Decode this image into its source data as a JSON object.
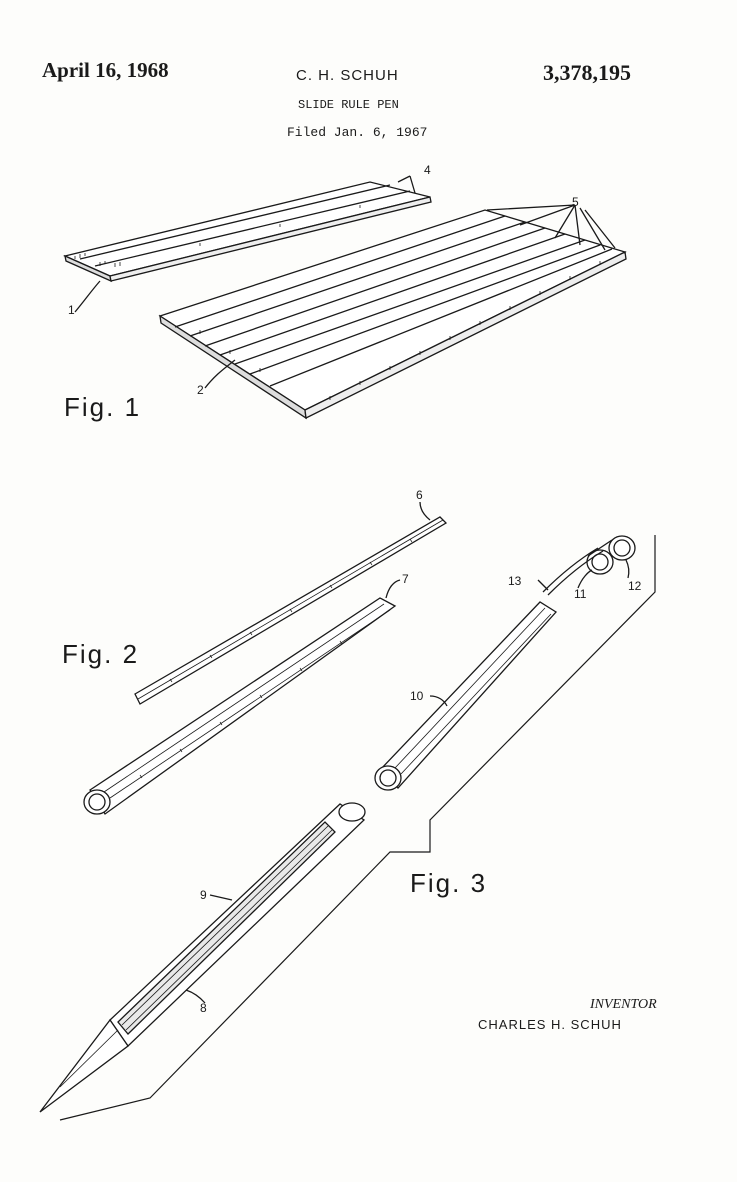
{
  "header": {
    "date": "April 16, 1968",
    "inventor_short": "C. H. SCHUH",
    "title": "SLIDE RULE PEN",
    "filed": "Filed Jan. 6, 1967",
    "patent_number": "3,378,195"
  },
  "figures": {
    "fig1": "Fig. 1",
    "fig2": "Fig. 2",
    "fig3": "Fig. 3"
  },
  "reference_numerals": [
    "1",
    "2",
    "4",
    "5",
    "6",
    "7",
    "8",
    "9",
    "10",
    "11",
    "12",
    "13"
  ],
  "footer": {
    "inventor_label": "INVENTOR",
    "inventor_name": "CHARLES H. SCHUH"
  }
}
